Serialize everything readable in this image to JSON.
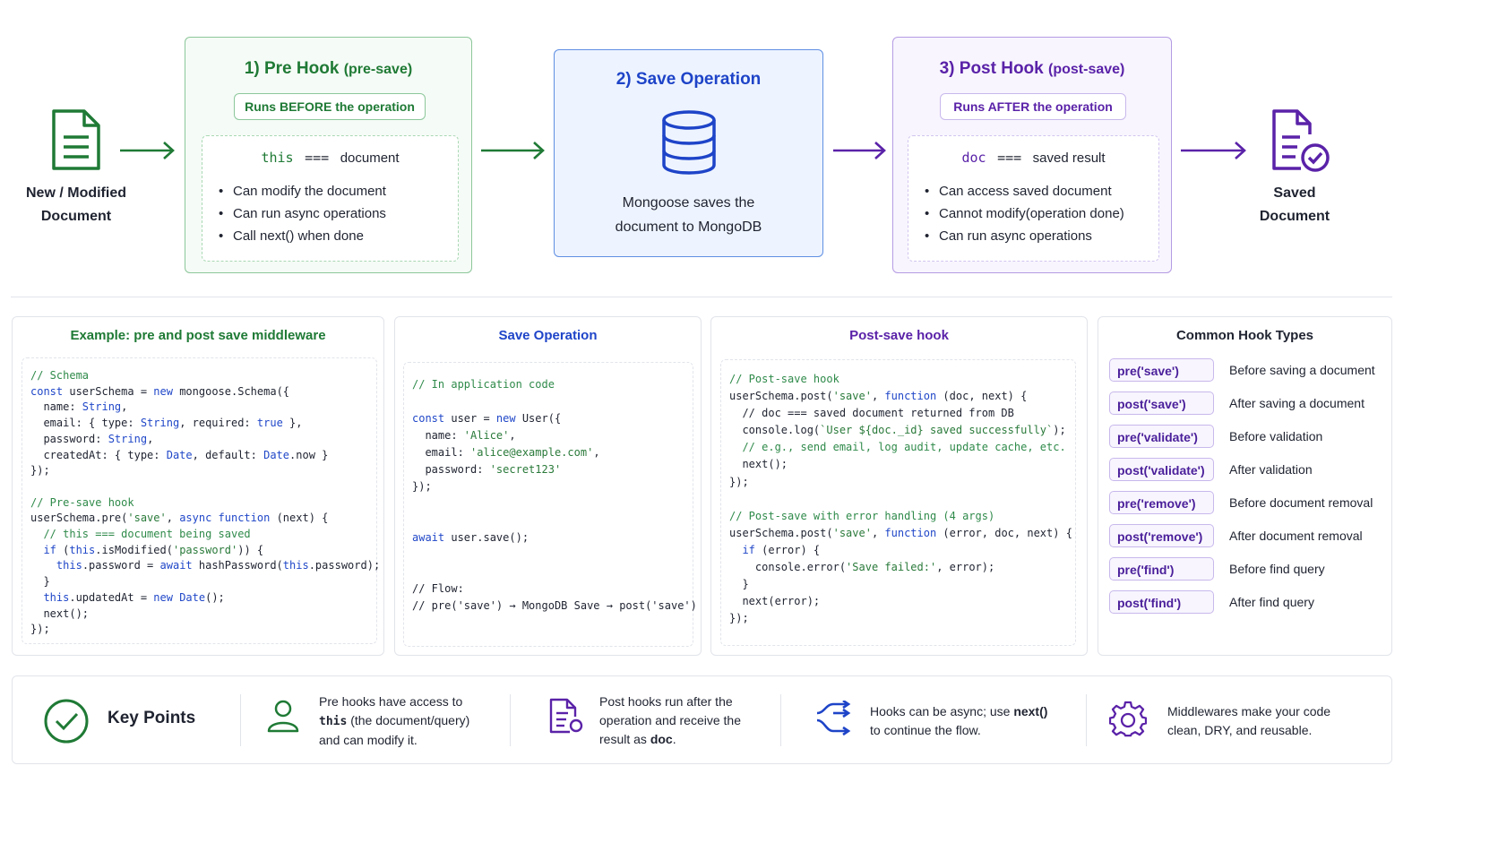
{
  "flow": {
    "new_doc_label_line1": "New / Modified",
    "new_doc_label_line2": "Document",
    "saved_label_line1": "Saved",
    "saved_label_line2": "Document",
    "colors": {
      "pre": "#1f7a35",
      "save": "#1e44c8",
      "post": "#5a22a8"
    }
  },
  "pre_hook": {
    "title": "1) Pre Hook",
    "subtitle": "(pre-save)",
    "pill": "Runs BEFORE the operation",
    "eq_left": "this",
    "eq_op": "===",
    "eq_right": "document",
    "bullets": [
      "Can modify the document",
      "Can run async operations",
      "Call next() when done"
    ]
  },
  "save_op": {
    "title": "2) Save Operation",
    "desc_line1": "Mongoose saves the",
    "desc_line2": "document to MongoDB"
  },
  "post_hook": {
    "title": "3) Post Hook",
    "subtitle": "(post-save)",
    "pill": "Runs AFTER the operation",
    "eq_left": "doc",
    "eq_op": "===",
    "eq_right": "saved result",
    "bullets": [
      "Can access saved document",
      "Cannot modify(operation done)",
      "Can run async operations"
    ]
  },
  "panels": {
    "example_title": "Example: pre and post save middleware",
    "save_title": "Save Operation",
    "post_title": "Post-save hook",
    "hooks_title": "Common Hook Types"
  },
  "hook_types": [
    {
      "name": "pre('save')",
      "desc": "Before saving a document"
    },
    {
      "name": "post('save')",
      "desc": "After saving a document"
    },
    {
      "name": "pre('validate')",
      "desc": "Before validation"
    },
    {
      "name": "post('validate')",
      "desc": "After validation"
    },
    {
      "name": "pre('remove')",
      "desc": "Before document removal"
    },
    {
      "name": "post('remove')",
      "desc": "After document removal"
    },
    {
      "name": "pre('find')",
      "desc": "Before find query"
    },
    {
      "name": "post('find')",
      "desc": "After find query"
    }
  ],
  "key_points": {
    "title": "Key Points",
    "p1_line1": "Pre hooks have access to",
    "p1_bold": "this",
    "p1_line2_rest": " (the document/query)",
    "p1_line3": "and can modify it.",
    "p2_line1": "Post hooks run after the",
    "p2_line2": "operation and receive the",
    "p2_line3_pre": "result as ",
    "p2_bold": "doc",
    "p2_line3_post": ".",
    "p3_line1_pre": "Hooks can be async; use ",
    "p3_bold": "next()",
    "p3_line2": "to continue the flow.",
    "p4_line1": "Middlewares make your code",
    "p4_line2": "clean, DRY, and reusable."
  }
}
